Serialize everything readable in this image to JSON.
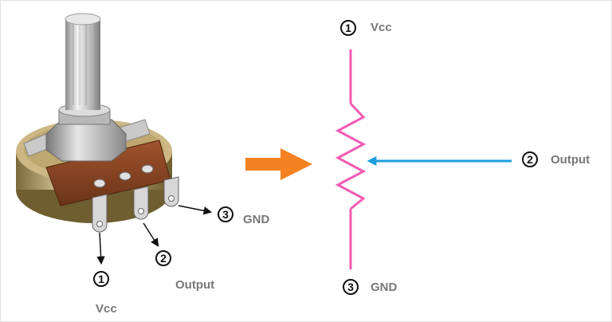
{
  "photo": {
    "pins": [
      {
        "number": "1",
        "label": "Vcc"
      },
      {
        "number": "2",
        "label": "Output"
      },
      {
        "number": "3",
        "label": "GND"
      }
    ]
  },
  "schematic": {
    "pins": [
      {
        "number": "1",
        "label": "Vcc"
      },
      {
        "number": "2",
        "label": "Output"
      },
      {
        "number": "3",
        "label": "GND"
      }
    ]
  },
  "colors": {
    "resistor": "#f25bb3",
    "wiper_arrow": "#1e9ee0",
    "transition_arrow": "#f58220",
    "label_text": "#777777"
  },
  "icons": {
    "photo": "rotary-potentiometer-photo",
    "transition": "arrow-right-icon",
    "wiper": "arrow-left-icon"
  }
}
